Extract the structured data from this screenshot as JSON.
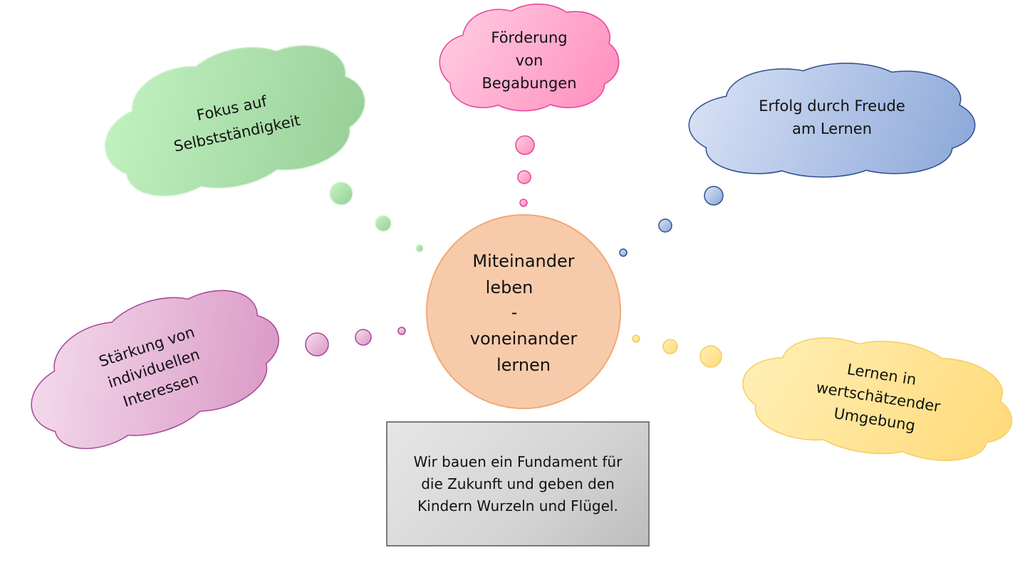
{
  "center": {
    "lines": [
      "Miteinander",
      "leben",
      "-",
      "voneinander",
      "lernen"
    ]
  },
  "clouds": [
    {
      "id": "selbststaendigkeit",
      "lines": [
        "Fokus auf",
        "Selbstständigkeit"
      ],
      "color_light": "#c4f5c4",
      "color_dark": "#96cc96",
      "stroke": "#d8f3d8"
    },
    {
      "id": "begabungen",
      "lines": [
        "Förderung",
        "von",
        "Begabungen"
      ],
      "color_light": "#ffcfe3",
      "color_dark": "#ff8cbc",
      "stroke": "#e8439a"
    },
    {
      "id": "freude",
      "lines": [
        "Erfolg durch Freude",
        "am Lernen"
      ],
      "color_light": "#dbe4f6",
      "color_dark": "#8aa6d8",
      "stroke": "#2f4f8f"
    },
    {
      "id": "interessen",
      "lines": [
        "Stärkung von",
        "individuellen",
        "Interessen"
      ],
      "color_light": "#f5e0ee",
      "color_dark": "#d995c4",
      "stroke": "#a5479a"
    },
    {
      "id": "umgebung",
      "lines": [
        "Lernen in",
        "wertschätzender",
        "Umgebung"
      ],
      "color_light": "#fff0b8",
      "color_dark": "#ffd977",
      "stroke": "#f3cf60"
    }
  ],
  "footer": {
    "lines": [
      "Wir bauen ein Fundament für",
      "die Zukunft und geben den",
      "Kindern Wurzeln und Flügel."
    ]
  }
}
